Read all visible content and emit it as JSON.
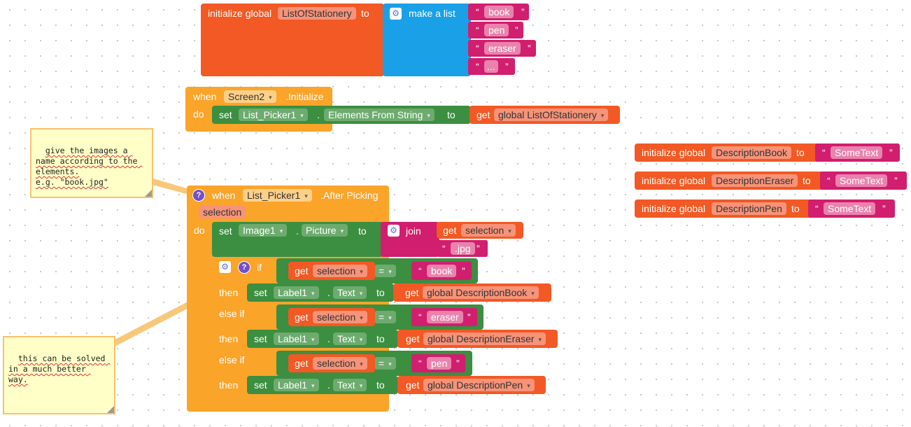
{
  "init_list": {
    "initialize_global": "initialize global",
    "name": "ListOfStationery",
    "to": "to",
    "make_a_list": "make a list",
    "items": [
      "book",
      "pen",
      "eraser",
      "..."
    ]
  },
  "screen_init": {
    "when": "when",
    "component": "Screen2",
    "event": ".Initialize",
    "do": "do",
    "set": "set",
    "target": "List_Picker1",
    "dot": ".",
    "property": "Elements From String",
    "to": "to",
    "get": "get",
    "get_var": "global ListOfStationery"
  },
  "descriptions": [
    {
      "initialize_global": "initialize global",
      "name": "DescriptionBook",
      "to": "to",
      "value": "SomeText"
    },
    {
      "initialize_global": "initialize global",
      "name": "DescriptionEraser",
      "to": "to",
      "value": "SomeText"
    },
    {
      "initialize_global": "initialize global",
      "name": "DescriptionPen",
      "to": "to",
      "value": "SomeText"
    }
  ],
  "after_picking": {
    "when": "when",
    "component": "List_Picker1",
    "event": ".After Picking",
    "param": "selection",
    "do": "do",
    "set": "set",
    "image": "Image1",
    "dot": ".",
    "picture": "Picture",
    "to": "to",
    "join": "join",
    "get": "get",
    "selection": "selection",
    "jpg": ".jpg",
    "if": "if",
    "then": "then",
    "else_if": "else if",
    "eq": "=",
    "label": "Label1",
    "text": "Text",
    "branches": [
      {
        "value": "book",
        "var": "global DescriptionBook"
      },
      {
        "value": "eraser",
        "var": "global DescriptionEraser"
      },
      {
        "value": "pen",
        "var": "global DescriptionPen"
      }
    ]
  },
  "notes": [
    {
      "text": "give the images a name according to the elements.\ne.g. \"book.jpg\""
    },
    {
      "text": "this can be solved in a much better way."
    }
  ],
  "icons": {
    "gear": "gear-icon",
    "help": "help-icon"
  },
  "colors": {
    "variables": "#f25924",
    "control": "#faa42a",
    "components": "#3c8e40",
    "text": "#d11e6e",
    "lists": "#1aa0e6",
    "comment": "#ffffc8"
  }
}
